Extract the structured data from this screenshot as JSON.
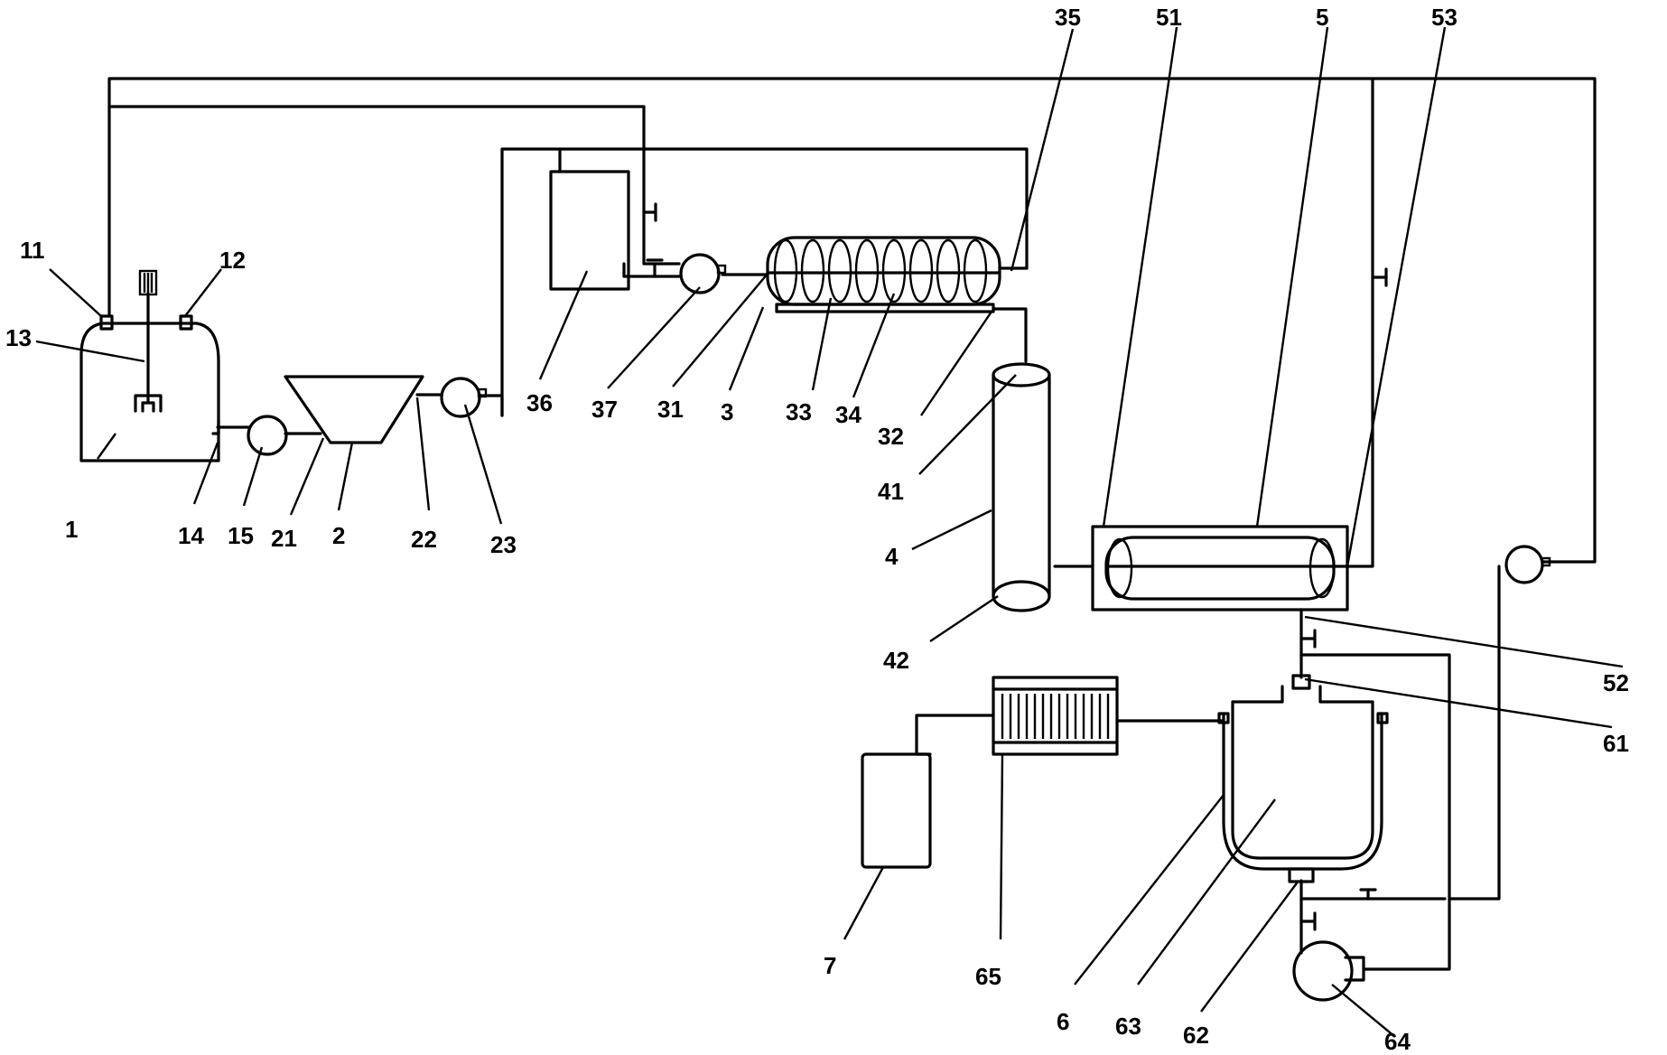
{
  "labels": {
    "l1": "1",
    "l11": "11",
    "l12": "12",
    "l13": "13",
    "l14": "14",
    "l15": "15",
    "l2": "2",
    "l21": "21",
    "l22": "22",
    "l23": "23",
    "l3": "3",
    "l31": "31",
    "l32": "32",
    "l33": "33",
    "l34": "34",
    "l35": "35",
    "l36": "36",
    "l37": "37",
    "l4": "4",
    "l41": "41",
    "l42": "42",
    "l5": "5",
    "l51": "51",
    "l52": "52",
    "l53": "53",
    "l6": "6",
    "l61": "61",
    "l62": "62",
    "l63": "63",
    "l64": "64",
    "l65": "65",
    "l7": "7"
  }
}
